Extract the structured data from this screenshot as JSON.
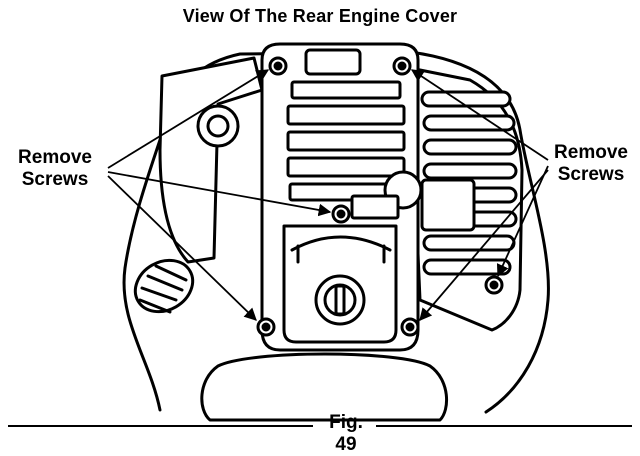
{
  "title": "View Of The Rear Engine Cover",
  "callouts": {
    "left": {
      "line1": "Remove",
      "line2": "Screws"
    },
    "right": {
      "line1": "Remove",
      "line2": "Screws"
    }
  },
  "figure_label": "Fig. 49",
  "colors": {
    "ink": "#000000",
    "paper": "#ffffff"
  }
}
